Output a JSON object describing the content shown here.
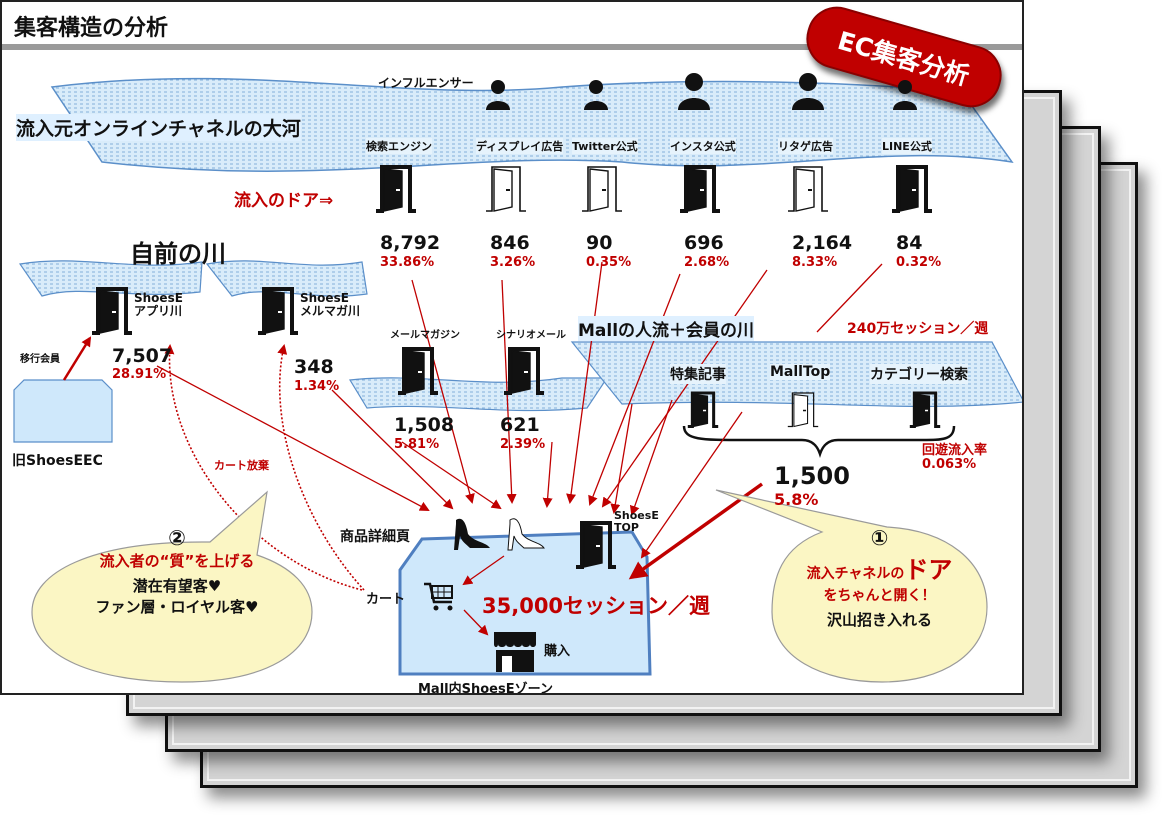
{
  "slide": {
    "title": "集客構造の分析",
    "badge": "EC集客分析"
  },
  "main_river": {
    "label": "流入元オンラインチャネルの大河",
    "influencer_label": "インフルエンサー",
    "door_label": "流入のドア⇒",
    "channels": [
      {
        "name": "検索エンジン",
        "sessions": "8,792",
        "share": "33.86%",
        "door": "open-dark",
        "person": "none"
      },
      {
        "name": "ディスプレイ広告",
        "sessions": "846",
        "share": "3.26%",
        "door": "open-light",
        "person": "influencer-female"
      },
      {
        "name": "Twitter公式",
        "sessions": "90",
        "share": "0.35%",
        "door": "open-light",
        "person": "influencer-male"
      },
      {
        "name": "インスタ公式",
        "sessions": "696",
        "share": "2.68%",
        "door": "open-dark",
        "person": "user"
      },
      {
        "name": "リタゲ広告",
        "sessions": "2,164",
        "share": "8.33%",
        "door": "open-light",
        "person": "user"
      },
      {
        "name": "LINE公式",
        "sessions": "84",
        "share": "0.32%",
        "door": "open-dark",
        "person": "support-agent"
      }
    ]
  },
  "own_river": {
    "title": "自前の川",
    "app": {
      "name_line1": "ShoesE",
      "name_line2": "アプリ川",
      "sessions": "7,507",
      "share": "28.91%"
    },
    "mailmag": {
      "name_line1": "ShoesE",
      "name_line2": "メルマガ川",
      "sessions": "348",
      "share": "1.34%"
    },
    "migration_label": "移行会員",
    "legacy_site": "旧ShoesEEC",
    "cart_abandon_label": "カート放棄"
  },
  "mail_river": {
    "items": [
      {
        "name": "メールマガジン",
        "sessions": "1,508",
        "share": "5.81%"
      },
      {
        "name": "シナリオメール",
        "sessions": "621",
        "share": "2.39%"
      }
    ]
  },
  "mall_river": {
    "label": "Mallの人流＋会員の川",
    "traffic": "240万セッション／週",
    "doors": [
      {
        "name": "特集記事",
        "door": "open-dark"
      },
      {
        "name": "MallTop",
        "door": "open-light"
      },
      {
        "name": "カテゴリー検索",
        "door": "open-dark"
      }
    ],
    "sessions": "1,500",
    "share": "5.8%",
    "revisit_rate_label": "回遊流入率",
    "revisit_rate": "0.063%"
  },
  "zone": {
    "name": "Mall内ShoesEゾーン",
    "product_page": "商品詳細頁",
    "top_line1": "ShoesE",
    "top_line2": "TOP",
    "cart": "カート",
    "purchase": "購入",
    "total": "35,000セッション／週"
  },
  "callouts": {
    "left": {
      "number": "②",
      "headline": "流入者の“質”を上げる",
      "line1": "潜在有望客♥",
      "line2": "ファン層・ロイヤル客♥"
    },
    "right": {
      "number": "①",
      "headline_a": "流入チャネルの",
      "headline_b": "ドア",
      "headline_c": "をちゃんと開く！",
      "line1": "沢山招き入れる"
    }
  },
  "colors": {
    "accent_red": "#c00000",
    "river_fill": "#cfe6f7",
    "river_stroke": "#5b8fc9",
    "callout_fill": "#fbf6c4",
    "zone_fill": "#cfe8fb"
  }
}
